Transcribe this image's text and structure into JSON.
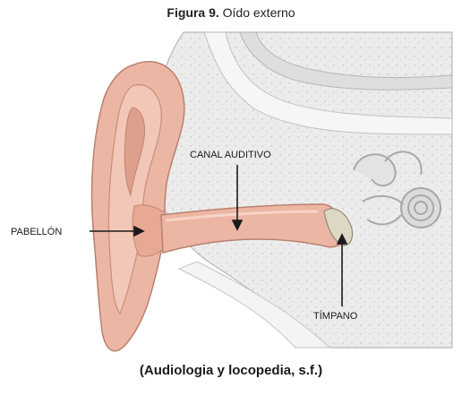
{
  "figure": {
    "number_label": "Figura 9.",
    "title": "Oído externo"
  },
  "labels": {
    "pinna": "PABELLÓN",
    "canal": "CANAL AUDITIVO",
    "eardrum": "TÍMPANO"
  },
  "caption": "(Audiologia y locopedia, s.f.)",
  "colors": {
    "skin": "#ecb6a4",
    "skin_dark": "#c98a78",
    "bone": "#e9e9e9",
    "bone_dark": "#bdbdbd",
    "eardrum": "#dcd8c4"
  }
}
